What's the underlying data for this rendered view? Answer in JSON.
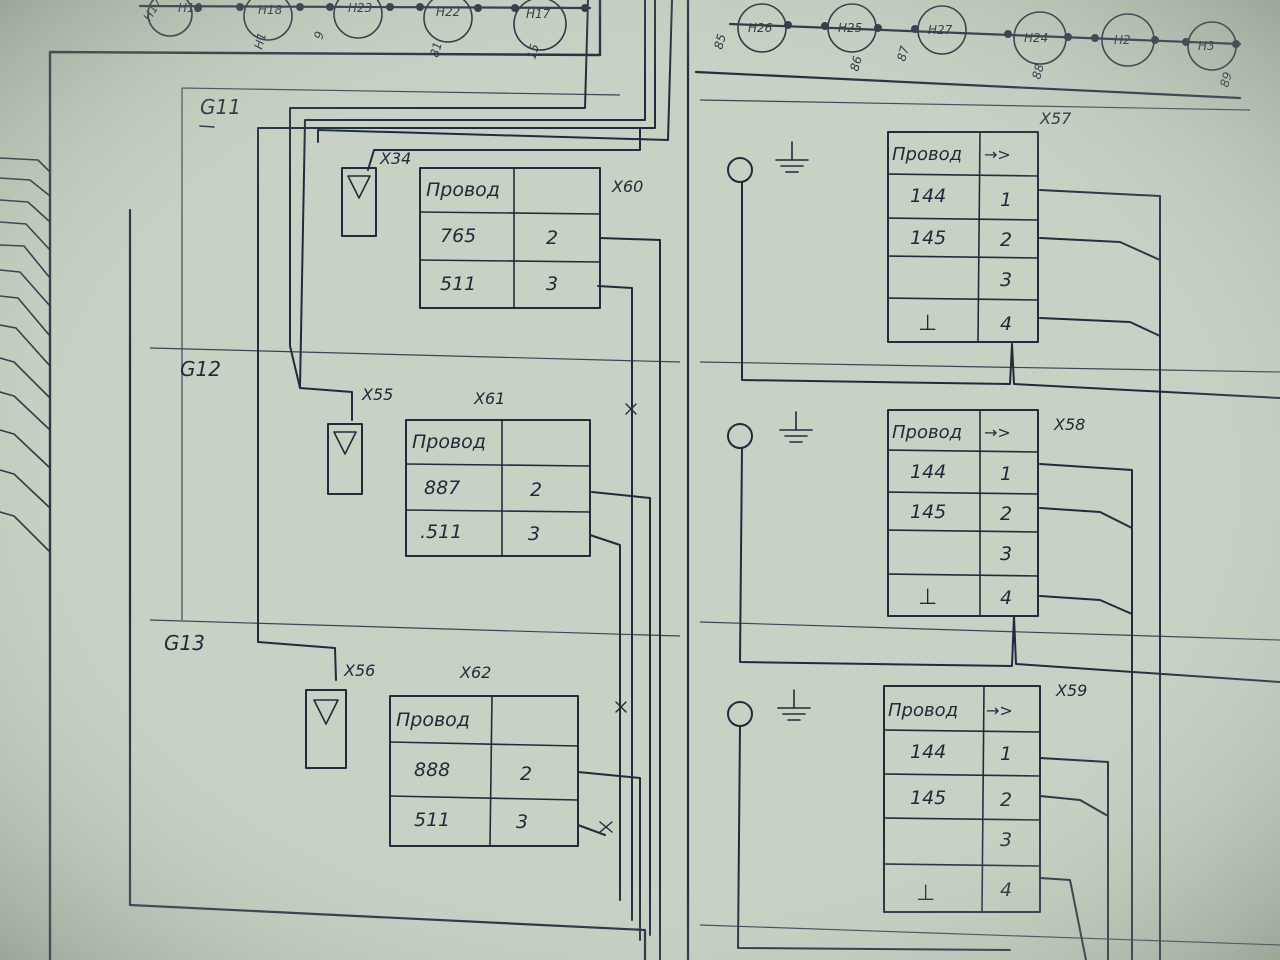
{
  "sections": [
    {
      "label": "G11"
    },
    {
      "label": "G12"
    },
    {
      "label": "G13"
    }
  ],
  "connectors_left": [
    {
      "jack": "X34",
      "table": "X60",
      "header": "Провод",
      "rows": [
        {
          "wire": "765",
          "pin": "2"
        },
        {
          "wire": "511",
          "pin": "3"
        }
      ]
    },
    {
      "jack": "X55",
      "table": "X61",
      "header": "Провод",
      "rows": [
        {
          "wire": "887",
          "pin": "2"
        },
        {
          "wire": ".511",
          "pin": "3"
        }
      ]
    },
    {
      "jack": "X56",
      "table": "X62",
      "header": "Провод",
      "rows": [
        {
          "wire": "888",
          "pin": "2"
        },
        {
          "wire": "511",
          "pin": "3"
        }
      ]
    }
  ],
  "connectors_right": [
    {
      "table": "X57",
      "header": "Провод",
      "arrow": "→>",
      "rows": [
        {
          "wire": "144",
          "pin": "1"
        },
        {
          "wire": "145",
          "pin": "2"
        },
        {
          "wire": "",
          "pin": "3"
        },
        {
          "wire": "⊥",
          "pin": "4"
        }
      ]
    },
    {
      "table": "X58",
      "header": "Провод",
      "arrow": "→>",
      "rows": [
        {
          "wire": "144",
          "pin": "1"
        },
        {
          "wire": "145",
          "pin": "2"
        },
        {
          "wire": "",
          "pin": "3"
        },
        {
          "wire": "⊥",
          "pin": "4"
        }
      ]
    },
    {
      "table": "X59",
      "header": "Провод",
      "arrow": "→>",
      "rows": [
        {
          "wire": "144",
          "pin": "1"
        },
        {
          "wire": "145",
          "pin": "2"
        },
        {
          "wire": "",
          "pin": "3"
        },
        {
          "wire": "⊥",
          "pin": "4"
        }
      ]
    }
  ],
  "top_bus_left": [
    "H17",
    "H19",
    "H18",
    "H23",
    "H22",
    "H17"
  ],
  "top_bus_left_tags": [
    "H1",
    "9",
    "81",
    "15"
  ],
  "top_bus_right": [
    "H26",
    "H25",
    "H27",
    "H24",
    "H2",
    "H3"
  ],
  "top_bus_right_tags": [
    "85",
    "86",
    "87",
    "88",
    "89"
  ]
}
